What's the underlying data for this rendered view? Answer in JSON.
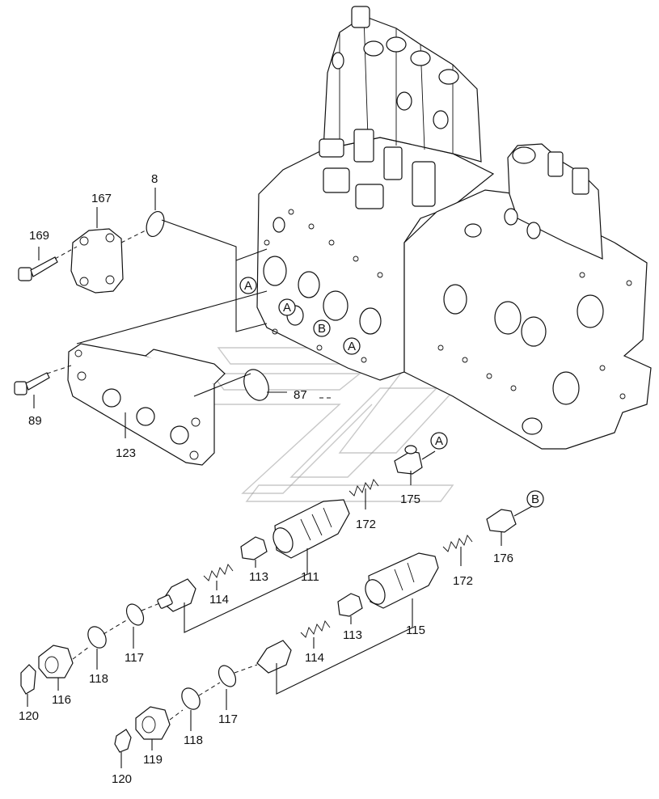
{
  "diagram": {
    "callouts": {
      "a1": "A",
      "a2": "A",
      "a3": "A",
      "a4": "A",
      "b1": "B",
      "b2": "B"
    },
    "labels": {
      "p167": "167",
      "p8": "8",
      "p169": "169",
      "p89": "89",
      "p87": "87",
      "p123": "123",
      "p175": "175",
      "p172a": "172",
      "p176": "176",
      "p172b": "172",
      "p113a": "113",
      "p111": "111",
      "p114a": "114",
      "p117a": "117",
      "p118a": "118",
      "p116": "116",
      "p120a": "120",
      "p115": "115",
      "p113b": "113",
      "p114b": "114",
      "p117b": "117",
      "p118b": "118",
      "p119": "119",
      "p120b": "120"
    }
  }
}
